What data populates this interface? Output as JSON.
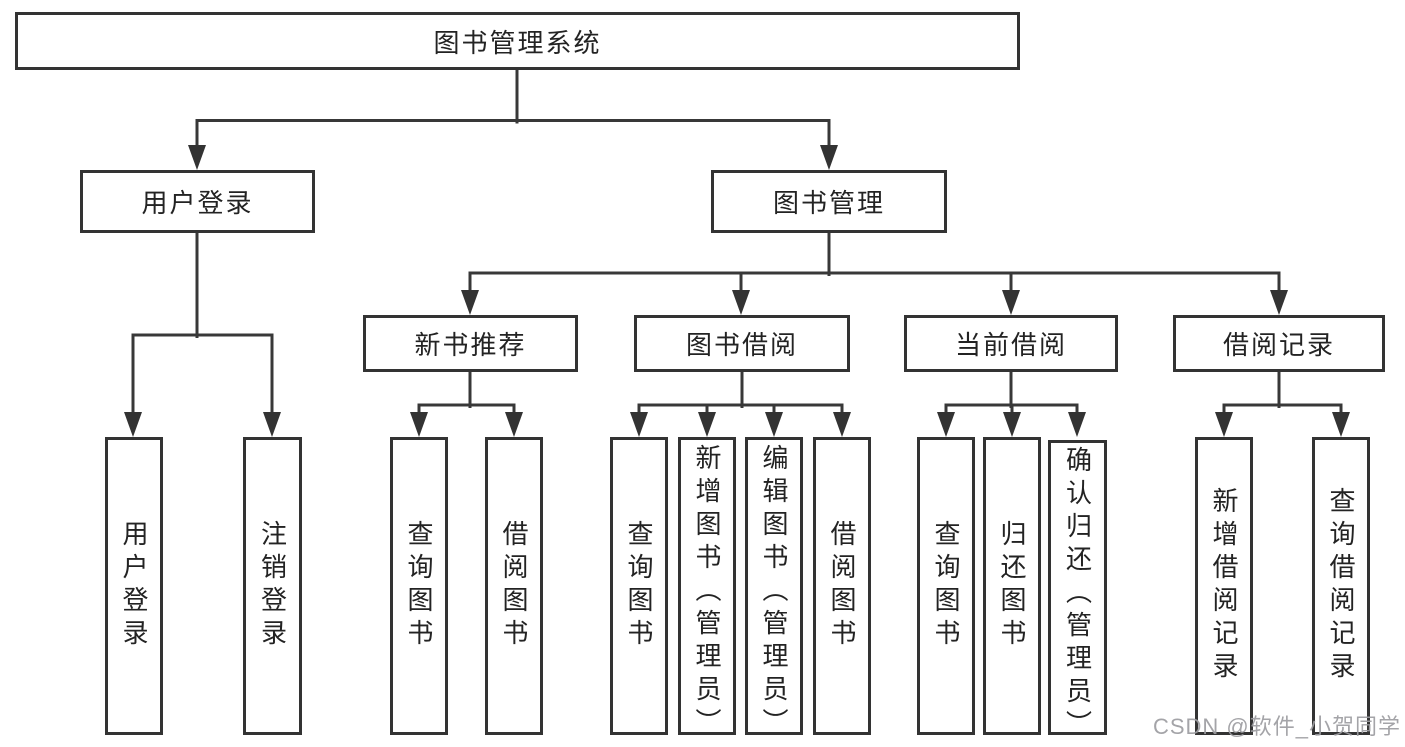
{
  "diagram": {
    "title": "图书管理系统",
    "root": {
      "label": "图书管理系统"
    },
    "level2": [
      {
        "label": "用户登录"
      },
      {
        "label": "图书管理"
      }
    ],
    "level3": [
      {
        "label": "新书推荐"
      },
      {
        "label": "图书借阅"
      },
      {
        "label": "当前借阅"
      },
      {
        "label": "借阅记录"
      }
    ],
    "leaves": [
      {
        "label": "用户登录",
        "parent": "用户登录"
      },
      {
        "label": "注销登录",
        "parent": "用户登录"
      },
      {
        "label": "查询图书",
        "parent": "新书推荐"
      },
      {
        "label": "借阅图书",
        "parent": "新书推荐"
      },
      {
        "label": "查询图书",
        "parent": "图书借阅"
      },
      {
        "label": "新增图书（管理员）",
        "parent": "图书借阅"
      },
      {
        "label": "编辑图书（管理员）",
        "parent": "图书借阅"
      },
      {
        "label": "借阅图书",
        "parent": "图书借阅"
      },
      {
        "label": "查询图书",
        "parent": "当前借阅"
      },
      {
        "label": "归还图书",
        "parent": "当前借阅"
      },
      {
        "label": "确认归还（管理员）",
        "parent": "当前借阅"
      },
      {
        "label": "新增借阅记录",
        "parent": "借阅记录"
      },
      {
        "label": "查询借阅记录",
        "parent": "借阅记录"
      }
    ],
    "line_color": "#383838",
    "border_color": "#333333",
    "text_color": "#232323"
  },
  "watermark": {
    "text": "CSDN @软件_小贺同学",
    "color": "#9d9da1"
  }
}
